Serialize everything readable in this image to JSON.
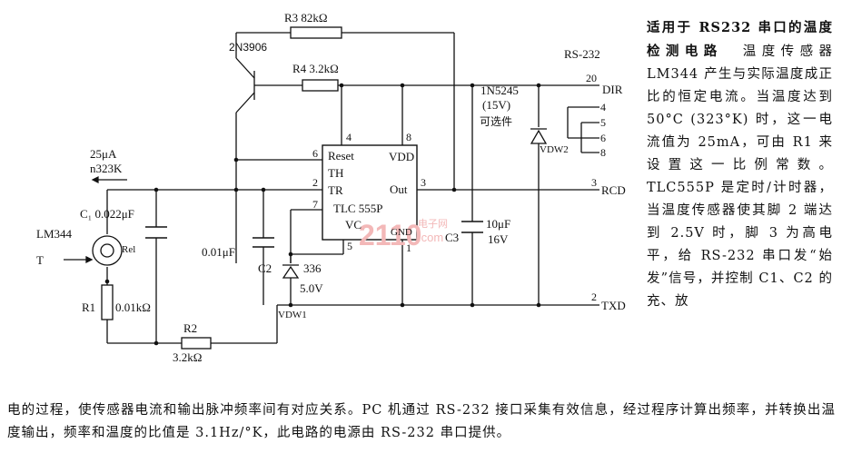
{
  "schematic": {
    "components": {
      "r3": "R3 82kΩ",
      "transistor": "2N3906",
      "r4": "R4 3.2kΩ",
      "rs232": "RS-232",
      "zener1n": "1N5245",
      "zener15v": "(15V)",
      "optional": "可选件",
      "vdw2": "VDW2",
      "current": "25μA",
      "kelvin": "n323K",
      "c1": "C₁  0.022μF",
      "lm344": "LM344",
      "rel": "Rel",
      "r1": "R1",
      "r1val": "0.01kΩ",
      "r2": "R2",
      "r2val": "3.2kΩ",
      "c2val": "0.01μF",
      "c2": "C2",
      "zener336": "336",
      "zener5v": "5.0V",
      "vdw1": "VDW1",
      "c3val": "10μF",
      "c3": "C3",
      "c3v": "16V",
      "t_label": "T"
    },
    "ic": {
      "name": "TLC 555P",
      "reset": "Reset",
      "th": "TH",
      "tr": "TR",
      "vdd": "VDD",
      "out": "Out",
      "vc": "VC",
      "gnd": "GND"
    },
    "pins": {
      "p4": "4",
      "p8": "8",
      "p6": "6",
      "p2": "2",
      "p7": "7",
      "p3": "3",
      "p5": "5",
      "p1": "1"
    },
    "connector": {
      "dir_num": "20",
      "dir": "DIR",
      "rcd_num": "3",
      "rcd": "RCD",
      "txd_num": "2",
      "txd": "TXD",
      "loop": [
        "4",
        "5",
        "6",
        "8"
      ]
    },
    "watermark": {
      "main": "2110",
      "sub1": "电子网",
      "sub2": ".com"
    }
  },
  "description": {
    "heading": "适用于 RS232 串口的温度检测电路",
    "body": "温度传感器 LM344 产生与实际温度成正比的恒定电流。当温度达到 50°C (323°K) 时，这一电流值为 25mA，可由 R1 来设置这一比例常数。TLC555P 是定时/计时器，当温度传感器使其脚 2 端达到 2.5V 时，脚 3 为高电平，给 RS-232 串口发“始发”信号，并控制 C1、C2 的充、放",
    "continuation": "电的过程，使传感器电流和输出脉冲频率间有对应关系。PC 机通过 RS-232 接口采集有效信息，经过程序计算出频率，并转换出温度输出，频率和温度的比值是 3.1Hz/°K，此电路的电源由 RS-232 串口提供。"
  }
}
